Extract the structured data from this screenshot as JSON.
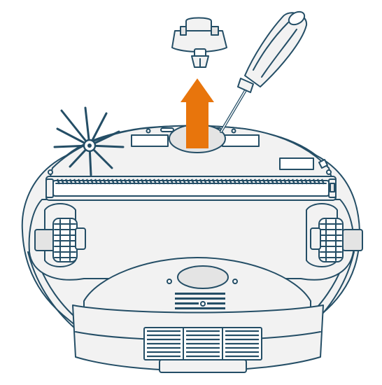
{
  "figure": {
    "kind": "illustration",
    "caption": "",
    "colors": {
      "line": "#244e66",
      "body_fill": "#f2f2f2",
      "shade_fill": "#e4e4e4",
      "arrow": "#e8750c",
      "background": "#ffffff"
    },
    "parts": [
      "robot-vacuum-underside",
      "side-brush",
      "main-roller-brush",
      "left-drive-wheel",
      "right-drive-wheel",
      "front-caster-wheel",
      "dustbin-grille",
      "removed-caster-cap",
      "screwdriver",
      "up-arrow"
    ]
  }
}
